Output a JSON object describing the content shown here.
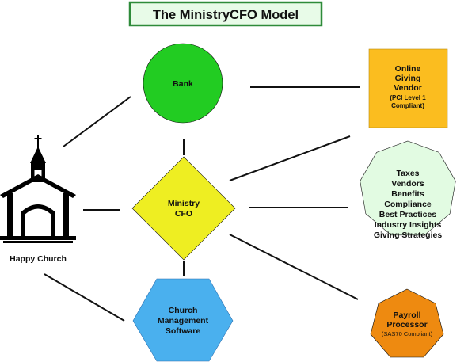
{
  "title": "The MinistryCFO Model",
  "colors": {
    "title_bg": "#e8fbe8",
    "title_border": "#2e8b3a",
    "bank": "#22cc22",
    "ministry_cfo": "#eeee22",
    "online_giving": "#fbbd1f",
    "services": "#e2fbe2",
    "payroll": "#ee8a10",
    "church_software": "#4ab0ee"
  },
  "nodes": {
    "bank": {
      "label": "Bank",
      "icon": "circle"
    },
    "ministry_cfo": {
      "line1": "Ministry",
      "line2": "CFO",
      "icon": "diamond"
    },
    "online_giving": {
      "line1": "Online",
      "line2": "Giving",
      "line3": "Vendor",
      "sub1": "(PCI Level 1",
      "sub2": "Compliant)",
      "icon": "square"
    },
    "services": {
      "items": [
        "Taxes",
        "Vendors",
        "Benefits",
        "Compliance",
        "Best Practices",
        "Industry Insights",
        "Giving Strategies"
      ],
      "icon": "nonagon"
    },
    "payroll": {
      "line1": "Payroll",
      "line2": "Processor",
      "sub": "(SAS70 Compliant)",
      "icon": "heptagon"
    },
    "church_software": {
      "line1": "Church",
      "line2": "Management",
      "line3": "Software",
      "icon": "hexagon"
    },
    "church": {
      "label": "Happy Church",
      "icon": "church-icon"
    }
  }
}
